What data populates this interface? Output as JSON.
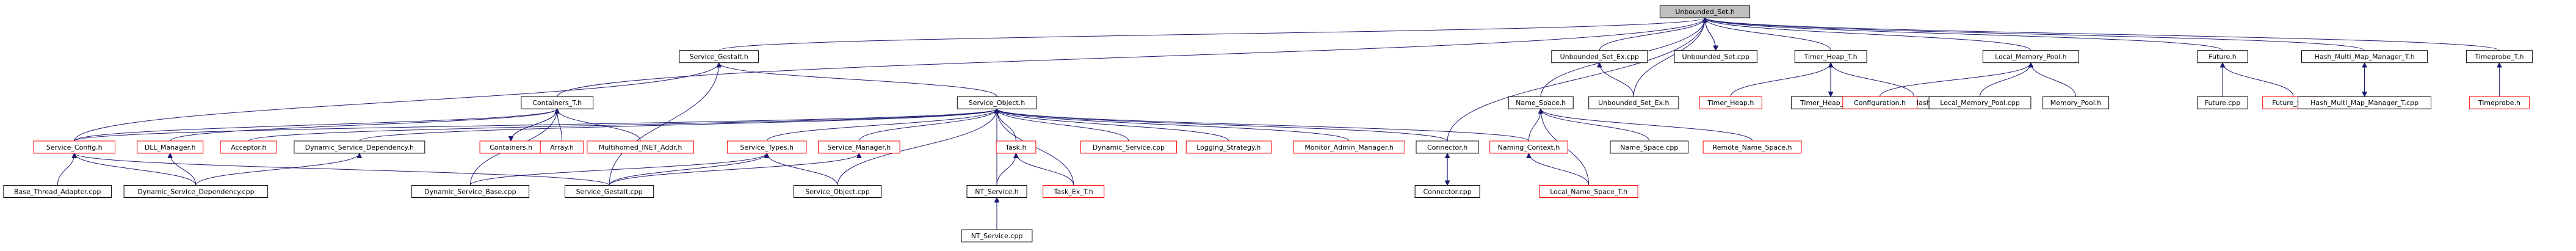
{
  "graph": {
    "colors": {
      "edge": "#191970",
      "missing_border": "#ff0000",
      "border": "#000000",
      "root_fill": "#bfbfbf"
    },
    "nodes": [
      {
        "id": "unbounded_set_h",
        "label": "Unbounded_Set.h",
        "root": true
      },
      {
        "id": "service_gestalt_h",
        "label": "Service_Gestalt.h"
      },
      {
        "id": "unbounded_set_ex_cpp",
        "label": "Unbounded_Set_Ex.cpp"
      },
      {
        "id": "unbounded_set_cpp",
        "label": "Unbounded_Set.cpp"
      },
      {
        "id": "timer_heap_t_h",
        "label": "Timer_Heap_T.h"
      },
      {
        "id": "local_memory_pool_h",
        "label": "Local_Memory_Pool.h"
      },
      {
        "id": "future_h",
        "label": "Future.h"
      },
      {
        "id": "hash_multi_map_manager_t_h",
        "label": "Hash_Multi_Map_Manager_T.h"
      },
      {
        "id": "timeprobe_t_h",
        "label": "Timeprobe_T.h"
      },
      {
        "id": "containers_t_h",
        "label": "Containers_T.h"
      },
      {
        "id": "service_object_h",
        "label": "Service_Object.h"
      },
      {
        "id": "name_space_h",
        "label": "Name_Space.h"
      },
      {
        "id": "unbounded_set_ex_h",
        "label": "Unbounded_Set_Ex.h"
      },
      {
        "id": "timer_heap_h",
        "label": "Timer_Heap.h",
        "missing": true
      },
      {
        "id": "timer_heap_t_cpp",
        "label": "Timer_Heap_T.cpp"
      },
      {
        "id": "timer_hash_h",
        "label": "Timer_Hash.h"
      },
      {
        "id": "configuration_h",
        "label": "Configuration.h",
        "missing": true
      },
      {
        "id": "local_memory_pool_cpp",
        "label": "Local_Memory_Pool.cpp"
      },
      {
        "id": "memory_pool_h",
        "label": "Memory_Pool.h"
      },
      {
        "id": "future_cpp",
        "label": "Future.cpp"
      },
      {
        "id": "future_set_h",
        "label": "Future_Set.h",
        "missing": true
      },
      {
        "id": "hash_multi_map_manager_t_cpp",
        "label": "Hash_Multi_Map_Manager_T.cpp"
      },
      {
        "id": "timeprobe_h",
        "label": "Timeprobe.h",
        "missing": true
      },
      {
        "id": "service_config_h",
        "label": "Service_Config.h",
        "missing": true
      },
      {
        "id": "dll_manager_h",
        "label": "DLL_Manager.h",
        "missing": true
      },
      {
        "id": "acceptor_h",
        "label": "Acceptor.h",
        "missing": true
      },
      {
        "id": "dynamic_service_dependency_h",
        "label": "Dynamic_Service_Dependency.h"
      },
      {
        "id": "containers_h",
        "label": "Containers.h",
        "missing": true
      },
      {
        "id": "array_h",
        "label": "Array.h",
        "missing": true
      },
      {
        "id": "multihomed_inet_addr_h",
        "label": "Multihomed_INET_Addr.h",
        "missing": true
      },
      {
        "id": "service_types_h",
        "label": "Service_Types.h",
        "missing": true
      },
      {
        "id": "service_manager_h",
        "label": "Service_Manager.h",
        "missing": true
      },
      {
        "id": "task_h",
        "label": "Task.h",
        "missing": true
      },
      {
        "id": "dynamic_service_cpp",
        "label": "Dynamic_Service.cpp",
        "missing": true
      },
      {
        "id": "logging_strategy_h",
        "label": "Logging_Strategy.h",
        "missing": true
      },
      {
        "id": "monitor_admin_manager_h",
        "label": "Monitor_Admin_Manager.h",
        "missing": true
      },
      {
        "id": "naming_context_h",
        "label": "Naming_Context.h",
        "missing": true
      },
      {
        "id": "connector_h",
        "label": "Connector.h"
      },
      {
        "id": "name_space_cpp",
        "label": "Name_Space.cpp"
      },
      {
        "id": "remote_name_space_h",
        "label": "Remote_Name_Space.h",
        "missing": true
      },
      {
        "id": "base_thread_adapter_cpp",
        "label": "Base_Thread_Adapter.cpp"
      },
      {
        "id": "dynamic_service_dependency_cpp",
        "label": "Dynamic_Service_Dependency.cpp"
      },
      {
        "id": "dynamic_service_base_cpp",
        "label": "Dynamic_Service_Base.cpp"
      },
      {
        "id": "service_gestalt_cpp",
        "label": "Service_Gestalt.cpp"
      },
      {
        "id": "service_object_cpp",
        "label": "Service_Object.cpp"
      },
      {
        "id": "nt_service_h",
        "label": "NT_Service.h"
      },
      {
        "id": "task_ex_t_h",
        "label": "Task_Ex_T.h",
        "missing": true
      },
      {
        "id": "local_name_space_t_h",
        "label": "Local_Name_Space_T.h",
        "missing": true
      },
      {
        "id": "connector_cpp",
        "label": "Connector.cpp"
      },
      {
        "id": "nt_service_cpp",
        "label": "NT_Service.cpp"
      }
    ],
    "edges": [
      [
        "unbounded_set_h",
        "service_gestalt_h"
      ],
      [
        "unbounded_set_h",
        "unbounded_set_ex_cpp"
      ],
      [
        "unbounded_set_h",
        "unbounded_set_cpp"
      ],
      [
        "unbounded_set_h",
        "timer_heap_t_h"
      ],
      [
        "unbounded_set_h",
        "local_memory_pool_h"
      ],
      [
        "unbounded_set_h",
        "future_h"
      ],
      [
        "unbounded_set_h",
        "hash_multi_map_manager_t_h"
      ],
      [
        "unbounded_set_h",
        "timeprobe_t_h"
      ],
      [
        "unbounded_set_h",
        "containers_t_h"
      ],
      [
        "unbounded_set_h",
        "name_space_h"
      ],
      [
        "unbounded_set_h",
        "unbounded_set_ex_h"
      ],
      [
        "unbounded_set_h",
        "connector_h"
      ],
      [
        "service_gestalt_h",
        "service_object_h"
      ],
      [
        "service_gestalt_h",
        "service_config_h"
      ],
      [
        "service_gestalt_h",
        "service_gestalt_cpp"
      ],
      [
        "unbounded_set_ex_cpp",
        "unbounded_set_ex_h"
      ],
      [
        "unbounded_set_cpp",
        "unbounded_set_h"
      ],
      [
        "timer_heap_t_h",
        "timer_heap_h"
      ],
      [
        "timer_heap_t_h",
        "timer_heap_t_cpp"
      ],
      [
        "timer_heap_t_h",
        "timer_hash_h"
      ],
      [
        "timer_heap_t_cpp",
        "timer_heap_t_h"
      ],
      [
        "local_memory_pool_h",
        "configuration_h"
      ],
      [
        "local_memory_pool_h",
        "local_memory_pool_cpp"
      ],
      [
        "local_memory_pool_h",
        "memory_pool_h"
      ],
      [
        "future_h",
        "future_cpp"
      ],
      [
        "future_h",
        "future_set_h"
      ],
      [
        "hash_multi_map_manager_t_h",
        "hash_multi_map_manager_t_cpp"
      ],
      [
        "hash_multi_map_manager_t_cpp",
        "hash_multi_map_manager_t_h"
      ],
      [
        "timeprobe_t_h",
        "timeprobe_h"
      ],
      [
        "containers_t_h",
        "service_config_h"
      ],
      [
        "containers_t_h",
        "dll_manager_h"
      ],
      [
        "containers_t_h",
        "containers_h"
      ],
      [
        "containers_t_h",
        "array_h"
      ],
      [
        "containers_t_h",
        "multihomed_inet_addr_h"
      ],
      [
        "containers_t_h",
        "dynamic_service_base_cpp"
      ],
      [
        "containers_h",
        "containers_t_h"
      ],
      [
        "service_object_h",
        "acceptor_h"
      ],
      [
        "service_object_h",
        "dynamic_service_dependency_h"
      ],
      [
        "service_object_h",
        "service_types_h"
      ],
      [
        "service_object_h",
        "service_manager_h"
      ],
      [
        "service_object_h",
        "task_h"
      ],
      [
        "service_object_h",
        "dynamic_service_cpp"
      ],
      [
        "service_object_h",
        "logging_strategy_h"
      ],
      [
        "service_object_h",
        "monitor_admin_manager_h"
      ],
      [
        "service_object_h",
        "naming_context_h"
      ],
      [
        "service_object_h",
        "connector_h"
      ],
      [
        "service_object_h",
        "service_object_cpp"
      ],
      [
        "service_object_h",
        "nt_service_h"
      ],
      [
        "service_object_h",
        "task_ex_t_h"
      ],
      [
        "service_object_h",
        "service_config_h"
      ],
      [
        "name_space_h",
        "naming_context_h"
      ],
      [
        "name_space_h",
        "name_space_cpp"
      ],
      [
        "name_space_h",
        "remote_name_space_h"
      ],
      [
        "name_space_h",
        "local_name_space_t_h"
      ],
      [
        "naming_context_h",
        "local_name_space_t_h"
      ],
      [
        "connector_h",
        "connector_cpp"
      ],
      [
        "connector_cpp",
        "connector_h"
      ],
      [
        "service_config_h",
        "base_thread_adapter_cpp"
      ],
      [
        "service_config_h",
        "dynamic_service_dependency_cpp"
      ],
      [
        "service_config_h",
        "service_gestalt_cpp"
      ],
      [
        "dll_manager_h",
        "dynamic_service_dependency_cpp"
      ],
      [
        "dynamic_service_dependency_h",
        "dynamic_service_dependency_cpp"
      ],
      [
        "service_types_h",
        "dynamic_service_base_cpp"
      ],
      [
        "service_types_h",
        "service_gestalt_cpp"
      ],
      [
        "service_types_h",
        "service_object_cpp"
      ],
      [
        "service_manager_h",
        "service_gestalt_cpp"
      ],
      [
        "task_h",
        "nt_service_h"
      ],
      [
        "task_h",
        "task_ex_t_h"
      ],
      [
        "nt_service_h",
        "nt_service_cpp"
      ]
    ]
  }
}
